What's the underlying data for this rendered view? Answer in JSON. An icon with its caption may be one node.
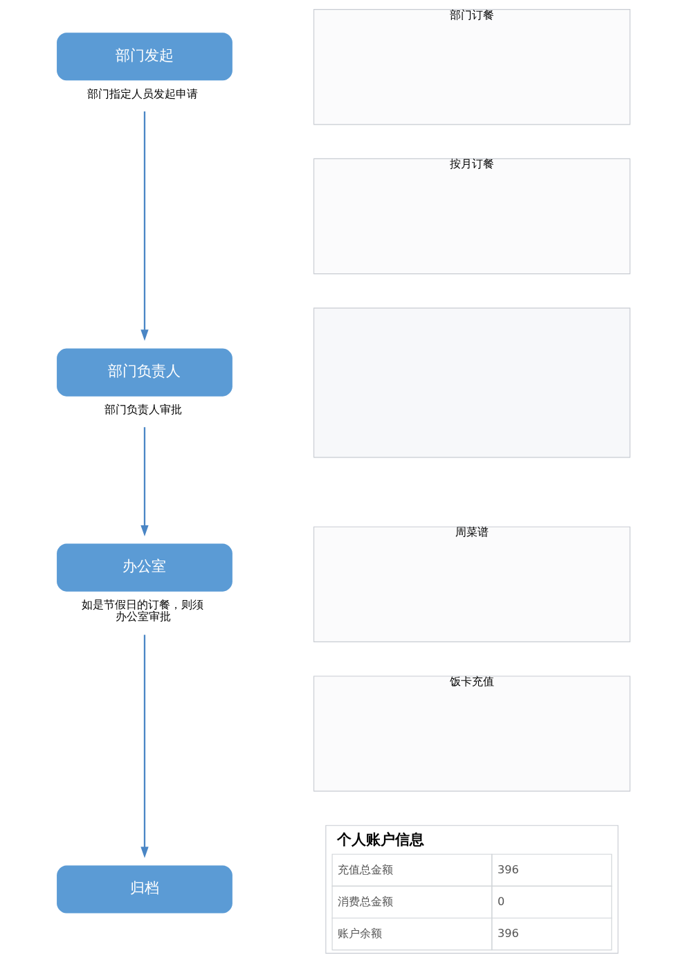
{
  "diagram": {
    "nodes": [
      {
        "text": [
          "部门发起"
        ],
        "beside": [
          "部门指定人员发起申请"
        ]
      },
      {
        "text": [
          "部门负责人"
        ],
        "beside": [
          "部门负责人审批"
        ]
      },
      {
        "text": [
          "办公室"
        ],
        "beside": [
          "如是节假日的订餐，则须办公室审批"
        ]
      },
      {
        "text": [
          "归档"
        ]
      },
      {
        "text": [
          "部门订餐"
        ]
      },
      {
        "text": [
          "按月订餐"
        ]
      },
      {
        "text": [],
        "shape": "box"
      },
      {
        "text": [
          "周菜谱"
        ]
      },
      {
        "text": [
          "饭卡充值"
        ]
      },
      {
        "text": [
          "个人账户信息",
          "充值总金额",
          "396",
          "消费总金额",
          "0",
          "账户余额",
          "396"
        ]
      }
    ],
    "edges": [
      {
        "from": 0,
        "to": 1,
        "arrow": "to"
      },
      {
        "from": 1,
        "to": 2,
        "arrow": "to"
      },
      {
        "from": 2,
        "to": 3,
        "arrow": "to"
      }
    ]
  }
}
